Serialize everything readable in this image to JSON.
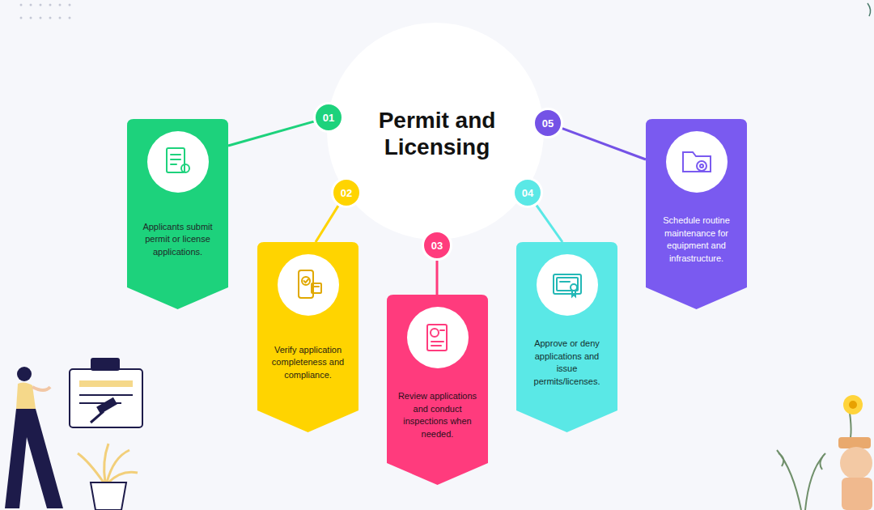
{
  "diagram": {
    "title": "Permit and Licensing",
    "nodes": [
      {
        "text": [
          "01"
        ]
      },
      {
        "text": [
          "Applicants submit permit or license applications."
        ]
      },
      {
        "text": [
          "02"
        ]
      },
      {
        "text": [
          "Verify application completeness and compliance."
        ]
      },
      {
        "text": [
          "03"
        ]
      },
      {
        "text": [
          "Review applications and conduct inspections when needed."
        ]
      },
      {
        "text": [
          "04"
        ]
      },
      {
        "text": [
          "Approve or deny applications and issue permits/licenses."
        ]
      },
      {
        "text": [
          "05"
        ]
      },
      {
        "text": [
          "Schedule routine maintenance for equipment and infrastructure."
        ]
      }
    ],
    "edges": [
      {
        "from": 0,
        "to": 1,
        "arrow": "none"
      },
      {
        "from": 2,
        "to": 3,
        "arrow": "none"
      },
      {
        "from": 4,
        "to": 5,
        "arrow": "none"
      },
      {
        "from": 6,
        "to": 7,
        "arrow": "none"
      },
      {
        "from": 8,
        "to": 9,
        "arrow": "none"
      }
    ]
  }
}
